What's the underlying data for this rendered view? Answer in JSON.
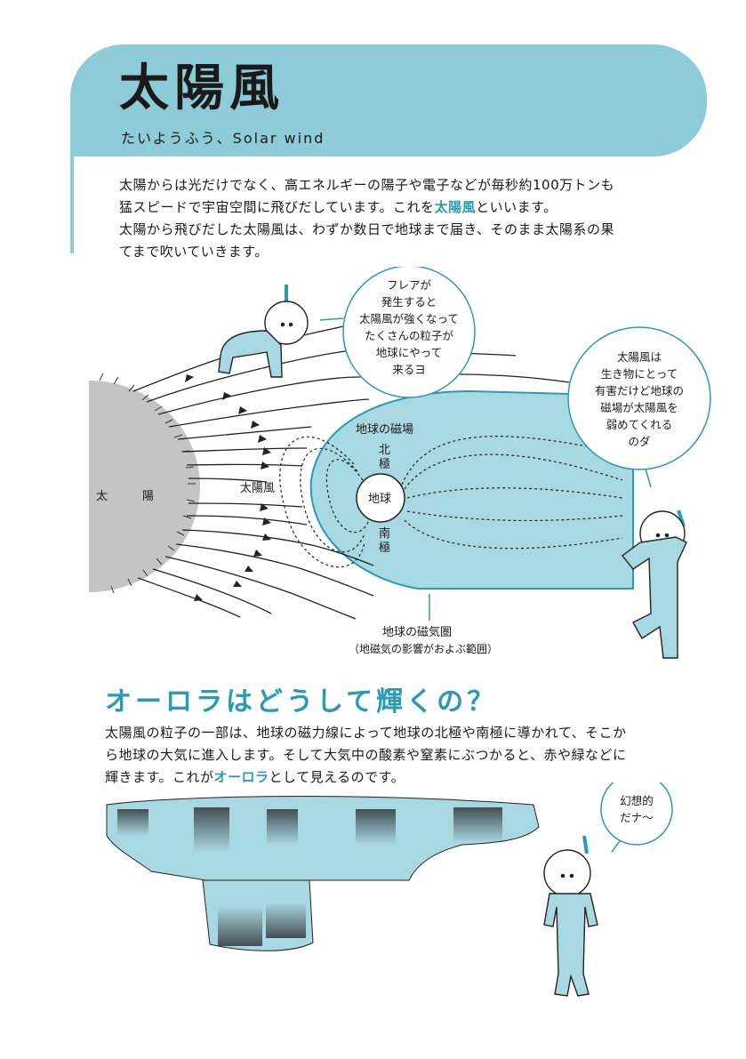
{
  "header": {
    "title": "太陽風",
    "reading": "たいようふう、Solar wind"
  },
  "intro": {
    "line1": "太陽からは光だけでなく、高エネルギーの陽子や電子などが毎秒約100万トンも",
    "line2_before": "猛スピードで宇宙空間に飛びだしています。これを",
    "line2_highlight": "太陽風",
    "line2_after": "といいます。",
    "line3": "太陽から飛びだした太陽風は、わずか数日で地球まで届き、そのまま太陽系の果",
    "line4": "てまで吹いていきます。"
  },
  "diagram": {
    "sun_label_1": "太",
    "sun_label_2": "陽",
    "wind_label": "太陽風",
    "magnetic_field_label": "地球の磁場",
    "north_pole_1": "北",
    "north_pole_2": "極",
    "south_pole_1": "南",
    "south_pole_2": "極",
    "earth_label": "地球",
    "magnetosphere_label": "地球の磁気圏",
    "magnetosphere_note": "（地磁気の影響がおよぶ範囲）",
    "bubble_flare": [
      "フレアが",
      "発生すると",
      "太陽風が強くなって",
      "たくさんの粒子が",
      "地球にやって",
      "来るヨ"
    ],
    "bubble_protect": [
      "太陽風は",
      "生き物にとって",
      "有害だけど地球の",
      "磁場が太陽風を",
      "弱めてくれる",
      "のダ"
    ]
  },
  "aurora": {
    "heading": "オーロラはどうして輝くの？",
    "line1": "太陽風の粒子の一部は、地球の磁力線によって地球の北極や南極に導かれて、そこか",
    "line2": "ら地球の大気に進入します。そして大気中の酸素や窒素にぶつかると、赤や緑などに",
    "line3_before": "輝きます。これが",
    "line3_highlight": "オーロラ",
    "line3_after": "として見えるのです。",
    "bubble": [
      "幻想的",
      "だナ～"
    ]
  },
  "colors": {
    "accent": "#2a9bb4",
    "band": "#8dcbd8",
    "fill_light": "#a8d8e2",
    "sun": "#c4c4c4"
  }
}
